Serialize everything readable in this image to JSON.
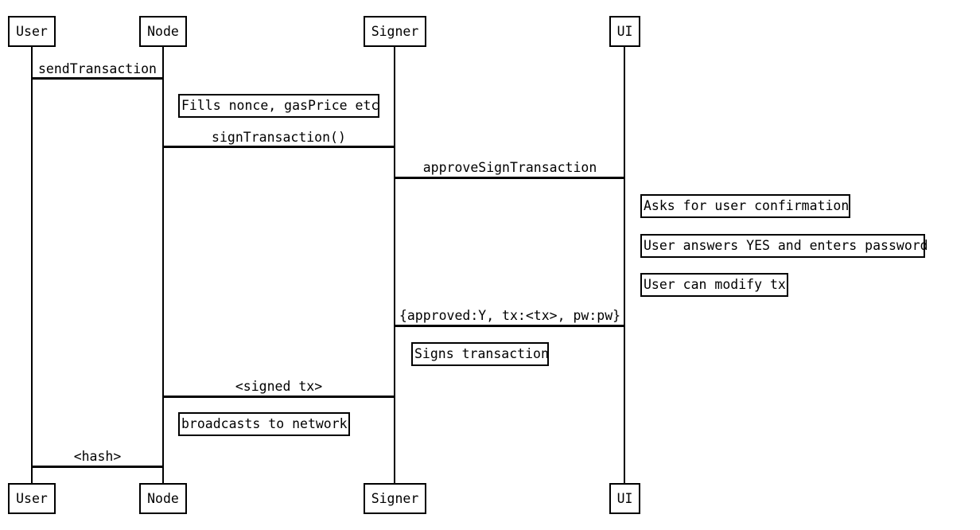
{
  "diagram": {
    "type": "sequence-diagram",
    "colors": {
      "stroke": "#000000",
      "background": "#ffffff",
      "text": "#000000"
    },
    "actors": [
      {
        "id": "user",
        "label": "User"
      },
      {
        "id": "node",
        "label": "Node"
      },
      {
        "id": "signer",
        "label": "Signer"
      },
      {
        "id": "ui",
        "label": "UI"
      }
    ],
    "messages": [
      {
        "from": "User",
        "to": "Node",
        "label": "sendTransaction"
      },
      {
        "from": "Node",
        "to": "Signer",
        "label": "signTransaction()"
      },
      {
        "from": "Signer",
        "to": "UI",
        "label": "approveSignTransaction"
      },
      {
        "from": "UI",
        "to": "Signer",
        "label": "{approved:Y, tx:<tx>, pw:pw}"
      },
      {
        "from": "Signer",
        "to": "Node",
        "label": "<signed tx>"
      },
      {
        "from": "Node",
        "to": "User",
        "label": "<hash>"
      }
    ],
    "notes": [
      {
        "actor": "Node",
        "label": "Fills nonce, gasPrice etc"
      },
      {
        "actor": "UI",
        "label": "Asks for user confirmation"
      },
      {
        "actor": "UI",
        "label": "User answers YES and enters password"
      },
      {
        "actor": "UI",
        "label": "User can modify tx"
      },
      {
        "actor": "Signer",
        "label": "Signs transaction"
      },
      {
        "actor": "Node",
        "label": "broadcasts to network"
      }
    ]
  }
}
